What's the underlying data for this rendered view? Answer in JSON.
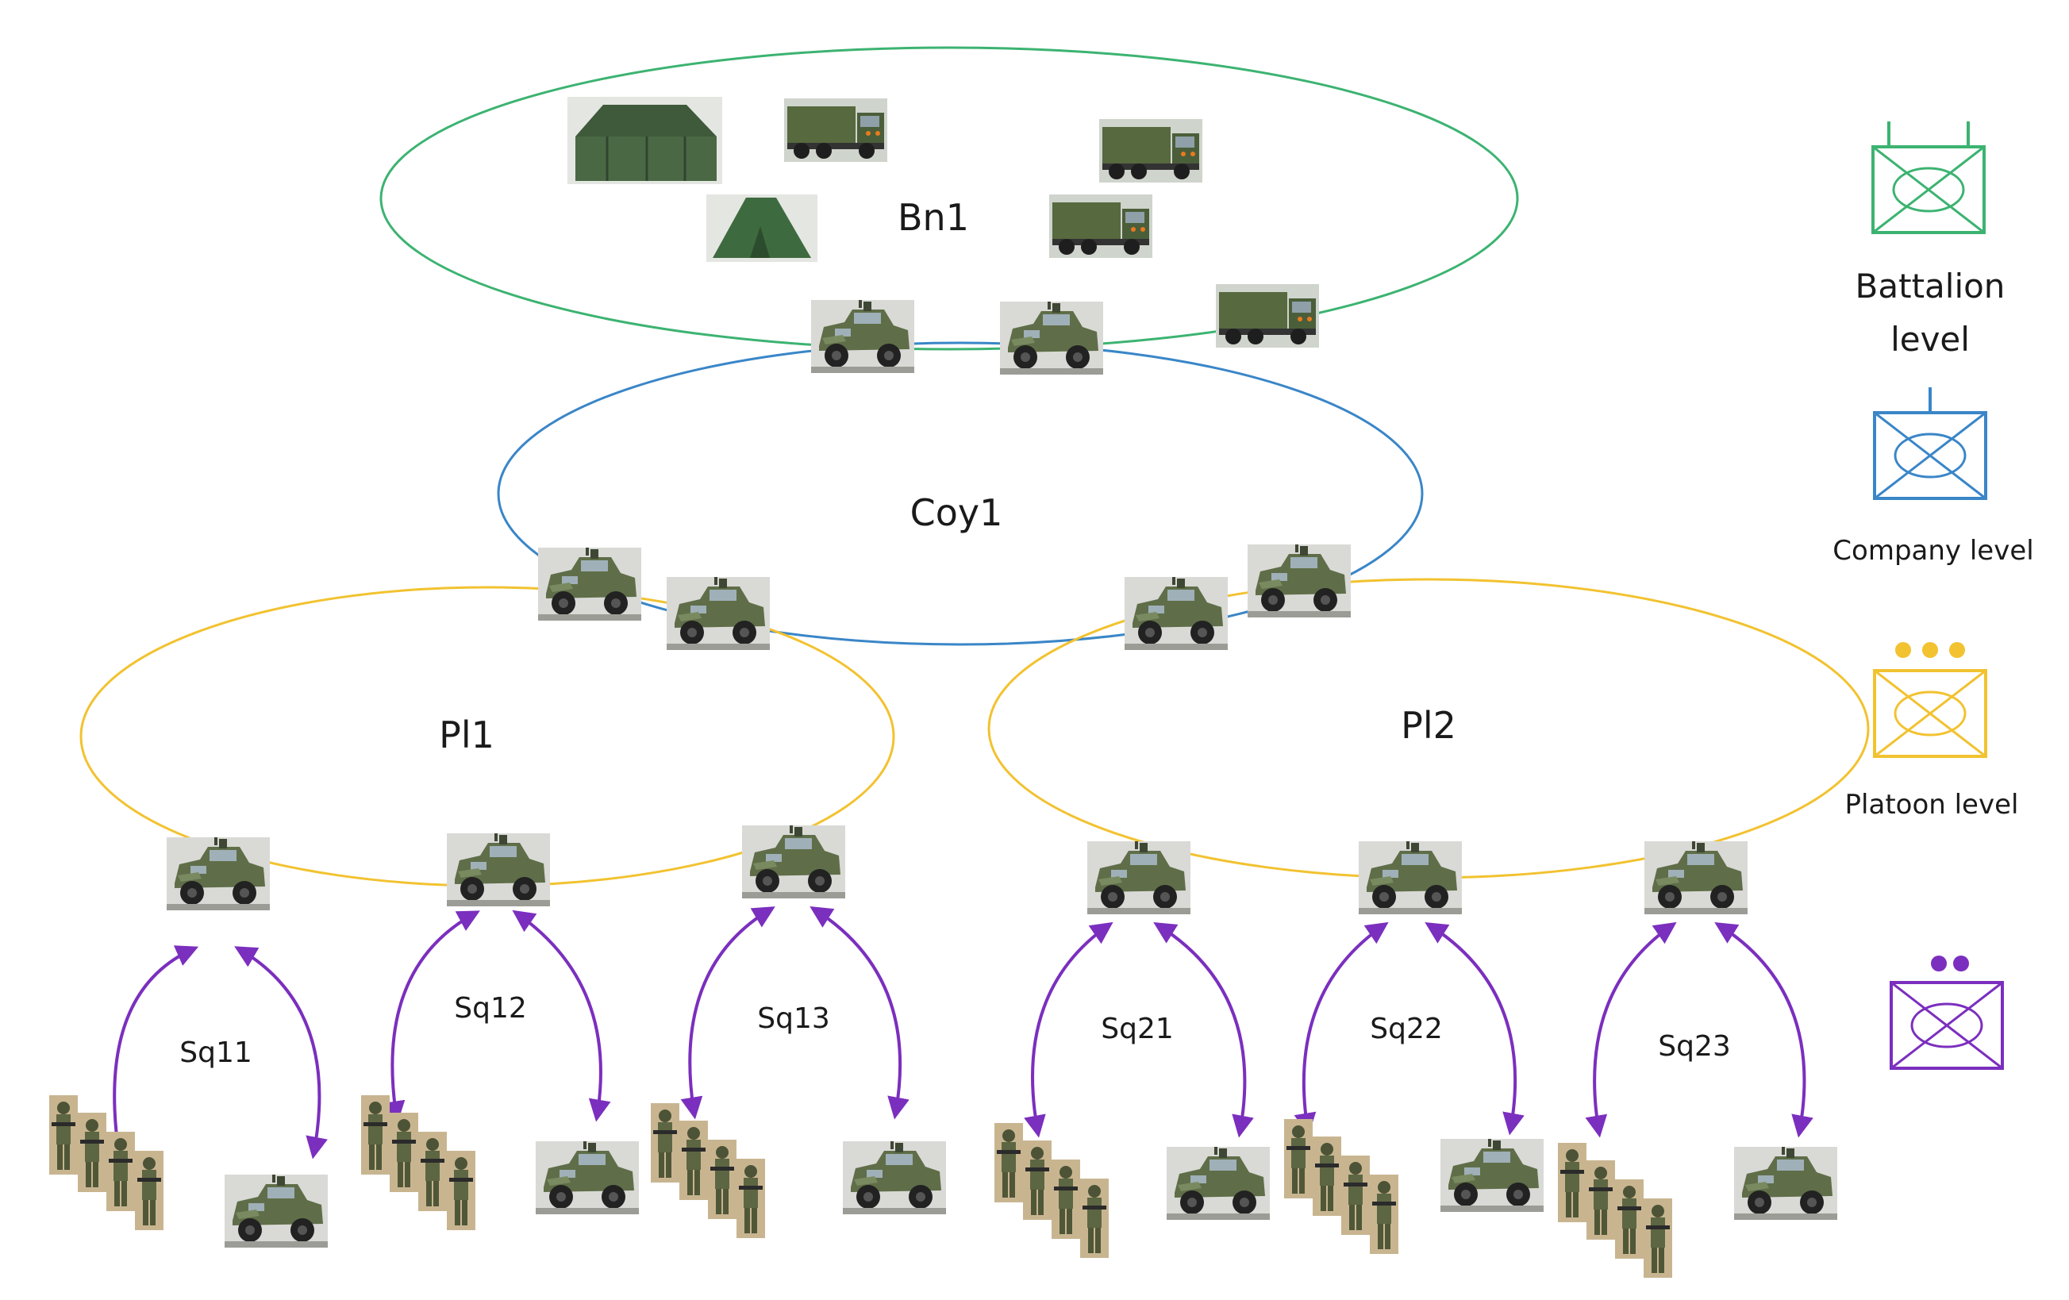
{
  "colors": {
    "battalion": "#3cb371",
    "company": "#3a86c8",
    "platoon": "#f2c230",
    "squad": "#7b2fbe",
    "vehicle_body": "#5f6e48",
    "truck_cab": "#4b5e3a",
    "tent": "#3f5a3a"
  },
  "networks": {
    "battalion": {
      "label": "Bn1"
    },
    "company": {
      "label": "Coy1"
    },
    "platoons": [
      {
        "label": "Pl1"
      },
      {
        "label": "Pl2"
      }
    ],
    "squads": [
      {
        "label": "Sq11"
      },
      {
        "label": "Sq12"
      },
      {
        "label": "Sq13"
      },
      {
        "label": "Sq21"
      },
      {
        "label": "Sq22"
      },
      {
        "label": "Sq23"
      }
    ]
  },
  "legend": {
    "battalion": {
      "line1": "Battalion",
      "line2": "level",
      "icon": "battalion-symbol-icon"
    },
    "company": {
      "label": "Company level",
      "icon": "company-symbol-icon"
    },
    "platoon": {
      "label": "Platoon level",
      "icon": "platoon-symbol-icon"
    },
    "squad": {
      "label": "",
      "icon": "squad-symbol-icon"
    }
  },
  "icons": {
    "tent": "tent-icon",
    "truck": "military-truck-icon",
    "vehicle": "armored-vehicle-icon",
    "soldier": "soldier-icon"
  }
}
